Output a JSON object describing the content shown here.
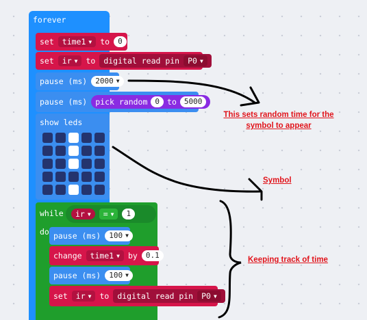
{
  "forever": {
    "label": "forever"
  },
  "set_time": {
    "keyword": "set",
    "variable": "time1",
    "to": "to",
    "value": "0"
  },
  "set_ir_top": {
    "keyword": "set",
    "variable": "ir",
    "to": "to",
    "reporter": "digital read pin",
    "pin": "P0"
  },
  "pause1": {
    "label": "pause (ms)",
    "value": "2000"
  },
  "pause2": {
    "label": "pause (ms)",
    "reporter": "pick random",
    "from": "0",
    "to_label": "to",
    "to_value": "5000"
  },
  "show_leds": {
    "label": "show leds",
    "grid": [
      [
        0,
        0,
        1,
        0,
        0
      ],
      [
        0,
        0,
        1,
        0,
        0
      ],
      [
        0,
        0,
        1,
        0,
        0
      ],
      [
        0,
        0,
        0,
        0,
        0
      ],
      [
        0,
        0,
        1,
        0,
        0
      ]
    ]
  },
  "while_loop": {
    "while_label": "while",
    "do_label": "do",
    "left": "ir",
    "operator": "=",
    "right": "1"
  },
  "inner_pause1": {
    "label": "pause (ms)",
    "value": "100"
  },
  "inner_change": {
    "keyword": "change",
    "variable": "time1",
    "by": "by",
    "value": "0.1"
  },
  "inner_pause2": {
    "label": "pause (ms)",
    "value": "100"
  },
  "inner_set": {
    "keyword": "set",
    "variable": "ir",
    "to": "to",
    "reporter": "digital read pin",
    "pin": "P0"
  },
  "annotations": {
    "random_time": "This sets random time for the symbol to appear",
    "symbol": "Symbol",
    "tracking": "Keeping track of time"
  },
  "colors": {
    "basic_blue": "#1e90ff",
    "variables_red": "#d6154a",
    "loops_green": "#1f9e2c",
    "math_purple": "#8a2be2",
    "annotation_red": "#e1141b"
  }
}
